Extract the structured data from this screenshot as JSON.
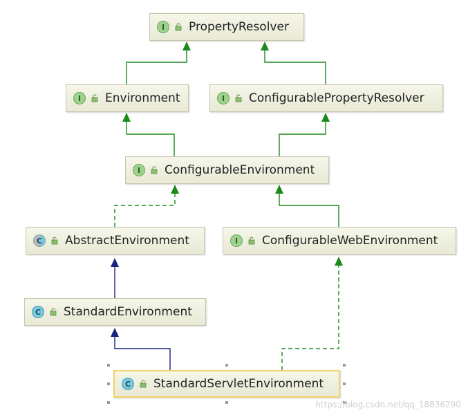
{
  "nodes": {
    "property_resolver": {
      "kind": "I",
      "label": "PropertyResolver"
    },
    "environment": {
      "kind": "I",
      "label": "Environment"
    },
    "configurable_property_resolver": {
      "kind": "I",
      "label": "ConfigurablePropertyResolver"
    },
    "configurable_environment": {
      "kind": "I",
      "label": "ConfigurableEnvironment"
    },
    "abstract_environment": {
      "kind": "C",
      "label": "AbstractEnvironment"
    },
    "configurable_web_environment": {
      "kind": "I",
      "label": "ConfigurableWebEnvironment"
    },
    "standard_environment": {
      "kind": "C",
      "label": "StandardEnvironment"
    },
    "standard_servlet_environment": {
      "kind": "C",
      "label": "StandardServletEnvironment"
    }
  },
  "colors": {
    "interface_extends": "#1b8a1b",
    "class_extends": "#1a237e",
    "implements_dashed": "#1b8a1b"
  },
  "watermark": "https://blog.csdn.net/qq_18836290"
}
